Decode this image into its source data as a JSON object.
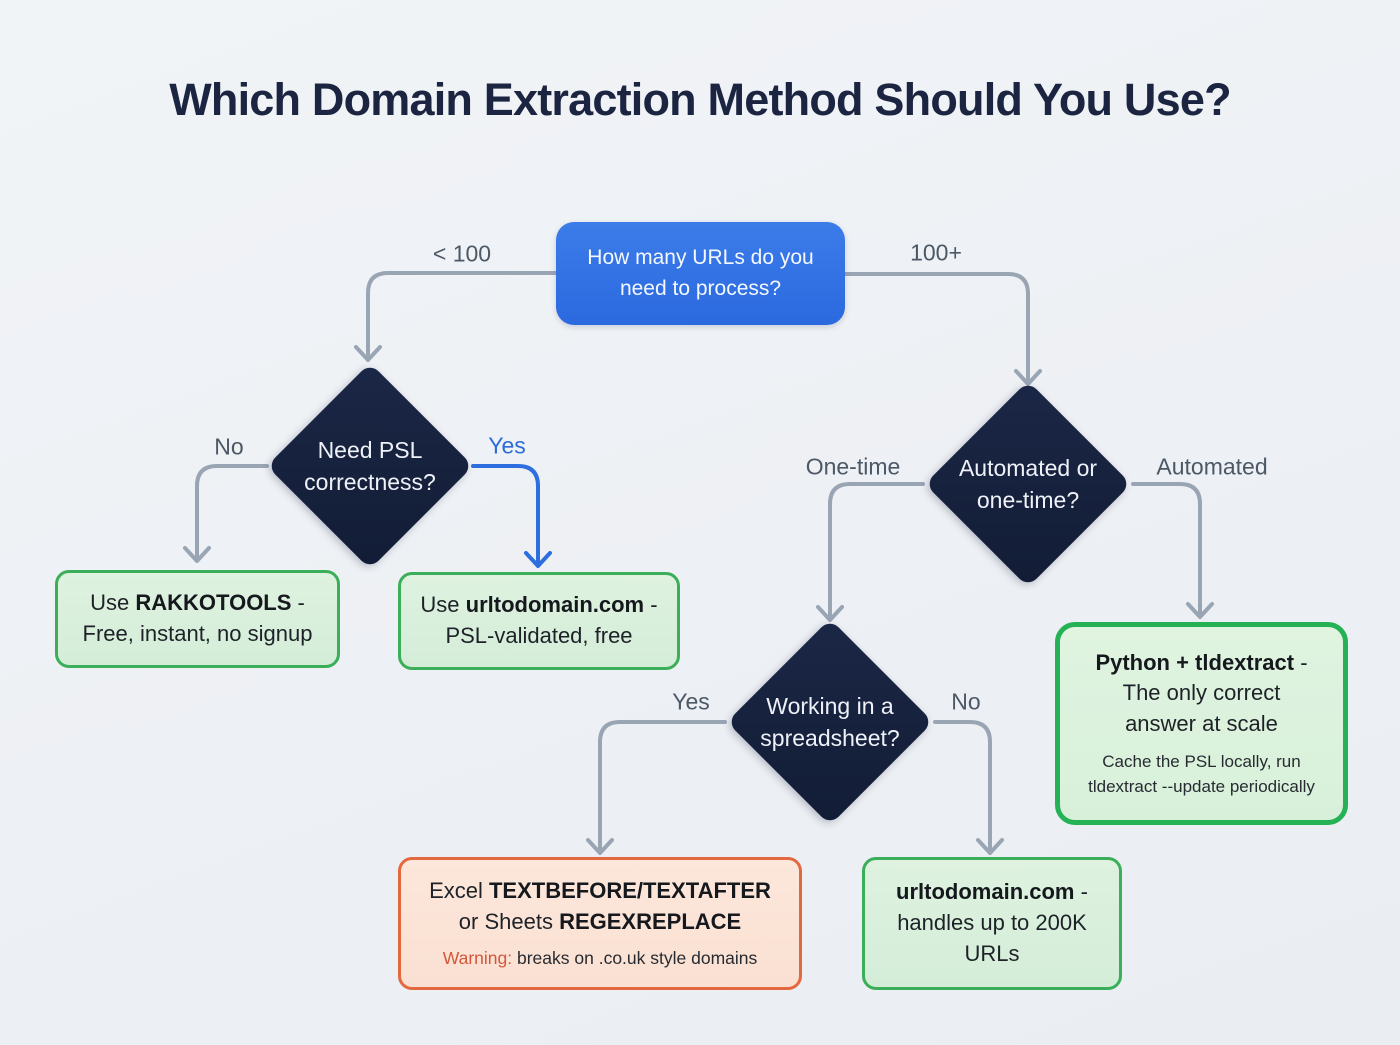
{
  "title": "Which Domain Extraction Method Should You Use?",
  "decisions": {
    "root": {
      "line1": "How many URLs do you",
      "line2": "need to process?"
    },
    "psl": {
      "line1": "Need PSL",
      "line2": "correctness?"
    },
    "automation": {
      "line1": "Automated or",
      "line2": "one-time?"
    },
    "spreadsheet": {
      "line1": "Working in a",
      "line2": "spreadsheet?"
    }
  },
  "edge_labels": {
    "lt100": "< 100",
    "gte100": "100+",
    "no_psl": "No",
    "yes_psl": "Yes",
    "onetime": "One-time",
    "automated": "Automated",
    "yes_sheet": "Yes",
    "no_sheet": "No"
  },
  "results": {
    "rakkotools": {
      "line1_pre": "Use ",
      "line1_bold": "RAKKOTOOLS",
      "line1_post": " -",
      "line2": "Free, instant, no signup"
    },
    "urltodomain_small": {
      "line1_pre": "Use ",
      "line1_bold": "urltodomain.com",
      "line1_post": " -",
      "line2": "PSL-validated, free"
    },
    "tldextract": {
      "line1_bold": "Python + tldextract",
      "line1_post": " -",
      "line2": "The only correct",
      "line3": "answer at scale",
      "note_line1": "Cache the PSL locally, run",
      "note_line2": "tldextract --update periodically"
    },
    "excel": {
      "line1_pre": "Excel ",
      "line1_bold": "TEXTBEFORE/TEXTAFTER",
      "line2_pre": "or Sheets ",
      "line2_bold": "REGEXREPLACE",
      "warning_label": "Warning:",
      "warning_text": " breaks on .co.uk style domains"
    },
    "urltodomain_bulk": {
      "line1_bold": "urltodomain.com",
      "line1_post": " -",
      "line2": "handles up to 200K",
      "line3": "URLs"
    }
  },
  "colors": {
    "background": "#eef1f4",
    "title_navy": "#1b2440",
    "root_blue": "#2f73e5",
    "diamond_navy": "#16213c",
    "connector_gray": "#9aa5b4",
    "connector_blue": "#2d6fdf",
    "edge_label_gray": "#4d5866",
    "green_border": "#3bae5a",
    "green_fill": "#d9efdb",
    "strong_green_border": "#25b155",
    "orange_border": "#e4683f",
    "orange_fill": "#fbe3d7",
    "warning_red": "#d4573a"
  }
}
